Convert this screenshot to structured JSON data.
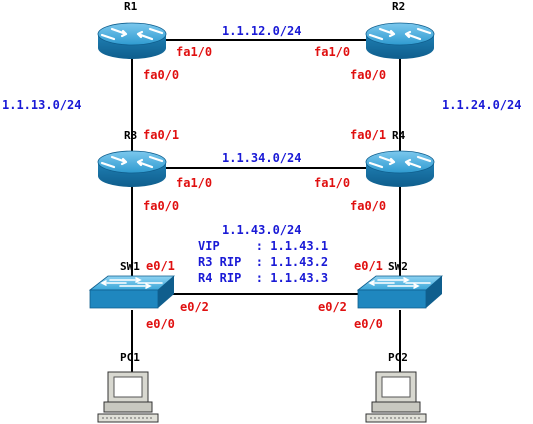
{
  "devices": {
    "r1": "R1",
    "r2": "R2",
    "r3": "R3",
    "r4": "R4",
    "sw1": "SW1",
    "sw2": "SW2",
    "pc1": "PC1",
    "pc2": "PC2"
  },
  "networks": {
    "r1_r2": "1.1.12.0/24",
    "r1_r3": "1.1.13.0/24",
    "r2_r4": "1.1.24.0/24",
    "r3_r4": "1.1.34.0/24",
    "lan": "1.1.43.0/24"
  },
  "lan_info": {
    "vip": "VIP     : 1.1.43.1",
    "r3_rip": "R3 RIP  : 1.1.43.2",
    "r4_rip": "R4 RIP  : 1.1.43.3"
  },
  "interfaces": {
    "r1_fa1_0": "fa1/0",
    "r1_fa0_0": "fa0/0",
    "r2_fa1_0": "fa1/0",
    "r2_fa0_0": "fa0/0",
    "r3_fa0_1": "fa0/1",
    "r3_fa1_0": "fa1/0",
    "r3_fa0_0": "fa0/0",
    "r4_fa0_1": "fa0/1",
    "r4_fa1_0": "fa1/0",
    "r4_fa0_0": "fa0/0",
    "sw1_e0_1": "e0/1",
    "sw1_e0_2": "e0/2",
    "sw1_e0_0": "e0/0",
    "sw2_e0_1": "e0/1",
    "sw2_e0_2": "e0/2",
    "sw2_e0_0": "e0/0"
  },
  "colors": {
    "network_label": "#1a1ad6",
    "interface_label": "#e01010",
    "router_body": "#2b95c8",
    "switch_body": "#2b95c8"
  }
}
